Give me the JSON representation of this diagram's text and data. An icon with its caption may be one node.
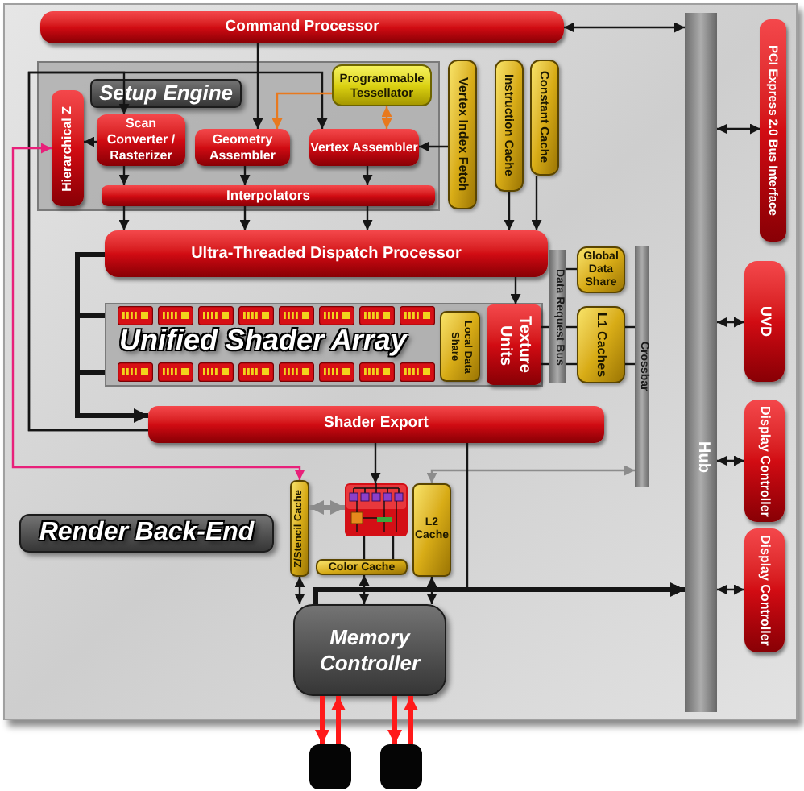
{
  "diagram": {
    "nodes": [
      {
        "text": [
          "Command Processor"
        ]
      },
      {
        "text": [
          "Hub"
        ]
      },
      {
        "text": [
          "PCI Express 2.0 Bus Interface"
        ]
      },
      {
        "text": [
          "Setup Engine"
        ]
      },
      {
        "text": [
          "Programmable Tessellator"
        ],
        "in": 3
      },
      {
        "text": [
          "Hierarchical Z"
        ],
        "in": 3
      },
      {
        "text": [
          "Scan Converter / Rasterizer"
        ],
        "in": 3
      },
      {
        "text": [
          "Geometry Assembler"
        ],
        "in": 3
      },
      {
        "text": [
          "Vertex Assembler"
        ],
        "in": 3
      },
      {
        "text": [
          "Interpolators"
        ],
        "in": 3
      },
      {
        "text": [
          "Vertex Index Fetch"
        ]
      },
      {
        "text": [
          "Instruction Cache"
        ]
      },
      {
        "text": [
          "Constant Cache"
        ]
      },
      {
        "text": [
          "Ultra-Threaded Dispatch Processor"
        ]
      },
      {
        "text": [
          "Data Request Bus"
        ]
      },
      {
        "text": [
          "Global Data Share"
        ]
      },
      {
        "text": [
          "UVD"
        ]
      },
      {
        "text": [
          "Unified Shader Array"
        ]
      },
      {
        "text": [
          "Local Data Share"
        ],
        "in": 17
      },
      {
        "text": [
          "Texture Units"
        ],
        "in": 17
      },
      {
        "text": [
          "L1 Caches"
        ]
      },
      {
        "text": [
          "Crossbar"
        ]
      },
      {
        "text": [
          "Display Controller"
        ]
      },
      {
        "text": [
          "Shader Export"
        ]
      },
      {
        "text": [
          "Render Back-End"
        ]
      },
      {
        "text": [
          "Z/Stencil Cache"
        ]
      },
      {
        "text": [],
        "shape": "picture"
      },
      {
        "text": [
          "L2 Cache"
        ]
      },
      {
        "text": [
          "Color Cache"
        ]
      },
      {
        "text": [
          "Display Controller"
        ]
      },
      {
        "text": [
          "Memory Controller"
        ]
      },
      {
        "text": [],
        "shape": "box"
      },
      {
        "text": [],
        "shape": "box"
      }
    ],
    "edges": [
      {
        "from": 0,
        "to": 1,
        "arrow": "both"
      },
      {
        "from": 1,
        "to": 2,
        "arrow": "both"
      },
      {
        "from": 0,
        "to": 7,
        "arrow": "to"
      },
      {
        "from": 23,
        "to": 6,
        "arrow": "to"
      },
      {
        "from": 23,
        "to": 8,
        "arrow": "to"
      },
      {
        "from": 4,
        "to": 8,
        "arrow": "both",
        "color": "#e8791e"
      },
      {
        "from": 4,
        "to": 7,
        "arrow": "to",
        "color": "#e8791e"
      },
      {
        "from": 10,
        "to": 8,
        "arrow": "to"
      },
      {
        "from": 6,
        "to": 5,
        "arrow": "to"
      },
      {
        "from": 6,
        "to": 9,
        "arrow": "to"
      },
      {
        "from": 7,
        "to": 9,
        "arrow": "to"
      },
      {
        "from": 8,
        "to": 9,
        "arrow": "to"
      },
      {
        "from": 9,
        "to": 13,
        "arrow": "to"
      },
      {
        "from": 9,
        "to": 13,
        "arrow": "to"
      },
      {
        "from": 9,
        "to": 13,
        "arrow": "to"
      },
      {
        "from": 11,
        "to": 13,
        "arrow": "to"
      },
      {
        "from": 12,
        "to": 13,
        "arrow": "to"
      },
      {
        "from": 5,
        "to": 25,
        "arrow": "both",
        "color": "#e8207a"
      },
      {
        "from": 13,
        "to": 19,
        "arrow": "to"
      },
      {
        "from": 13,
        "to": 17,
        "arrow": "none",
        "style": "thick"
      },
      {
        "from": 13,
        "to": 23,
        "arrow": "to",
        "style": "thick"
      },
      {
        "from": 19,
        "to": 14,
        "arrow": "none"
      },
      {
        "from": 19,
        "to": 14,
        "arrow": "none"
      },
      {
        "from": 14,
        "to": 15,
        "arrow": "none"
      },
      {
        "from": 14,
        "to": 20,
        "arrow": "none"
      },
      {
        "from": 14,
        "to": 20,
        "arrow": "none"
      },
      {
        "from": 20,
        "to": 21,
        "arrow": "none"
      },
      {
        "from": 20,
        "to": 21,
        "arrow": "none"
      },
      {
        "from": 21,
        "to": 27,
        "arrow": "both",
        "color": "#8c8c8c"
      },
      {
        "from": 23,
        "to": 26,
        "arrow": "to"
      },
      {
        "from": 23,
        "to": 1,
        "arrow": "to"
      },
      {
        "from": 30,
        "to": 1,
        "arrow": "to",
        "style": "thick"
      },
      {
        "from": 25,
        "to": 30,
        "arrow": "both"
      },
      {
        "from": 28,
        "to": 30,
        "arrow": "both"
      },
      {
        "from": 27,
        "to": 30,
        "arrow": "both"
      },
      {
        "from": 25,
        "to": 26,
        "arrow": "both",
        "style": "thick",
        "color": "#8c8c8c"
      },
      {
        "from": 26,
        "to": 28,
        "arrow": "none"
      },
      {
        "from": 26,
        "to": 28,
        "arrow": "none"
      },
      {
        "from": 30,
        "to": 31,
        "arrow": "to",
        "style": "thick",
        "color": "#ff1a1a"
      },
      {
        "from": 31,
        "to": 30,
        "arrow": "to",
        "style": "thick",
        "color": "#ff1a1a"
      },
      {
        "from": 30,
        "to": 32,
        "arrow": "to",
        "style": "thick",
        "color": "#ff1a1a"
      },
      {
        "from": 32,
        "to": 30,
        "arrow": "to",
        "style": "thick",
        "color": "#ff1a1a"
      },
      {
        "from": 1,
        "to": 16,
        "arrow": "both"
      },
      {
        "from": 1,
        "to": 22,
        "arrow": "both"
      },
      {
        "from": 1,
        "to": 29,
        "arrow": "both"
      }
    ]
  }
}
